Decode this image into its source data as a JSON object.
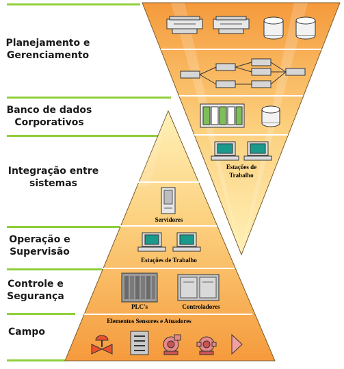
{
  "levels": [
    {
      "label": "Planejamento e Gerenciamento",
      "line1": "Planejamento e",
      "line2": "Gerenciamento"
    },
    {
      "label": "Banco de dados Corporativos",
      "line1": "Banco de dados",
      "line2": "Corporativos"
    },
    {
      "label": "Integração entre sistemas",
      "line1": "Integração entre",
      "line2": "sistemas"
    },
    {
      "label": "Operação e Supervisão",
      "line1": "Operação e",
      "line2": "Supervisão"
    },
    {
      "label": "Controle e Segurança",
      "line1": "Controle e",
      "line2": "Segurança"
    },
    {
      "label": "Campo",
      "line1": "Campo",
      "line2": ""
    }
  ],
  "inverted": {
    "workstations_line1": "Estações de",
    "workstations_line2": "Trabalho"
  },
  "pyramid": {
    "servers": "Servidores",
    "workstations": "Estações de Trabalho",
    "plcs": "PLC's",
    "controllers": "Controladores",
    "field_devices": "Elementos Sensores e Atuadores"
  },
  "colors": {
    "level_line": "#8fcf3a",
    "pyramid_base": "#f59a3c",
    "pyramid_tip": "#fff1b8",
    "separator": "#ffffff"
  }
}
